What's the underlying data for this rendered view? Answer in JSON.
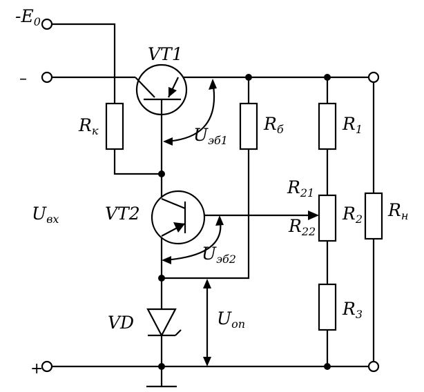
{
  "terminals": {
    "supply": {
      "main": "-E",
      "sub": "0"
    },
    "input_minus": "–",
    "input_plus": "+"
  },
  "transistors": {
    "vt1": "VT1",
    "vt2": "VT2"
  },
  "resistors": {
    "rk": {
      "main": "R",
      "sub": "к"
    },
    "rb": {
      "main": "R",
      "sub": "б"
    },
    "r1": {
      "main": "R",
      "sub": "1"
    },
    "r21": {
      "main": "R",
      "sub": "21"
    },
    "r2": {
      "main": "R",
      "sub": "2"
    },
    "r22": {
      "main": "R",
      "sub": "22"
    },
    "r3": {
      "main": "R",
      "sub": "3"
    },
    "rn": {
      "main": "R",
      "sub": "н"
    }
  },
  "diode": "VD",
  "voltages": {
    "u_in": {
      "main": "U",
      "sub": "вх"
    },
    "u_eb1": {
      "main": "U",
      "sub": "эб1"
    },
    "u_eb2": {
      "main": "U",
      "sub": "эб2"
    },
    "u_ref": {
      "main": "U",
      "sub": "оп"
    }
  }
}
